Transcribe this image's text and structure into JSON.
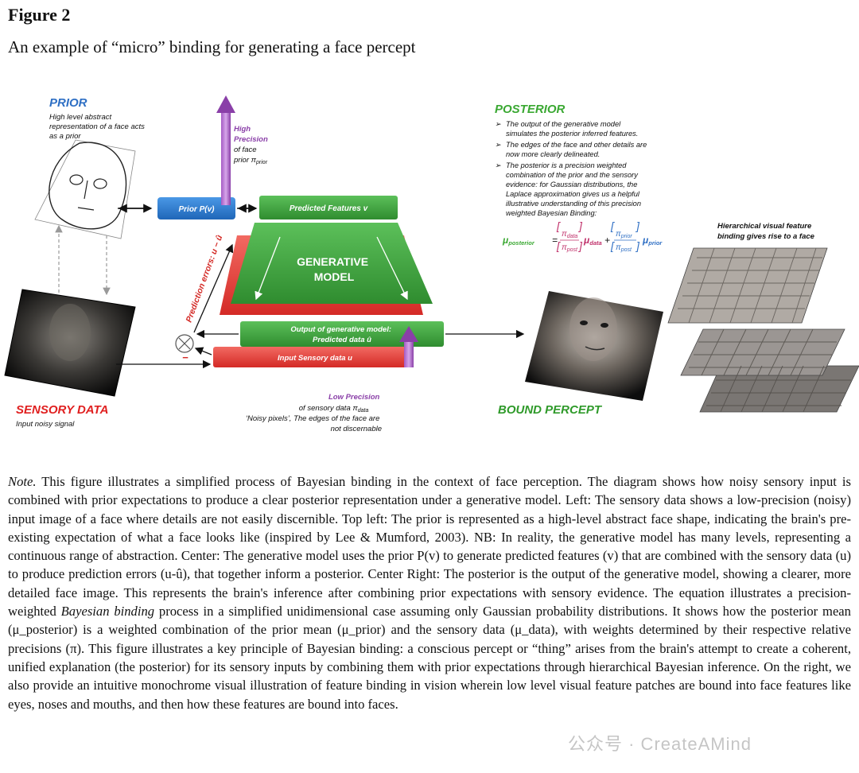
{
  "figure": {
    "title": "Figure 2",
    "subtitle": "An example of “micro” binding for generating a face percept"
  },
  "diagram": {
    "prior": {
      "heading": "PRIOR",
      "desc": [
        "High level abstract",
        "representation of a face acts",
        "as a prior"
      ]
    },
    "prior_box": "Prior P(v)",
    "high_precision": {
      "line1": "High",
      "line2": "Precision",
      "line3": "of face",
      "line4": "prior π",
      "sub": "prior"
    },
    "predicted_features": "Predicted Features v",
    "generative_model": [
      "GENERATIVE",
      "MODEL"
    ],
    "prediction_errors": "Prediction errors: u − û",
    "output_box": [
      "Output of generative model:",
      "Predicted data û"
    ],
    "input_box": "Input Sensory data u",
    "minus_sign": "−",
    "sensory": {
      "heading": "SENSORY DATA",
      "desc": "Input noisy signal"
    },
    "low_precision": {
      "line1": "Low Precision",
      "line2": "of sensory data π",
      "sub": "data",
      "line3": "‘Noisy pixels’, The edges of the face are",
      "line4": "not discernable"
    },
    "posterior": {
      "heading": "POSTERIOR",
      "bullets": [
        [
          "The output of the generative model",
          "simulates the posterior inferred features."
        ],
        [
          "The edges of the face and other details are",
          "now more clearly delineated."
        ],
        [
          " The  posterior is a precision weighted",
          "combination of the prior and the sensory",
          "evidence: for Gaussian distributions, the",
          "Laplace approximation gives us a helpful",
          "illustrative understanding of  this precision",
          "weighted Bayesian Binding:"
        ]
      ]
    },
    "equation": {
      "lhs": "μ",
      "lhs_sub": "posterior",
      "equals": "=",
      "frac1_num": "π",
      "frac1_num_sub": "data",
      "frac1_den": "π",
      "frac1_den_sub": "post",
      "mu1": "μ",
      "mu1_sub": "data",
      "plus": "+",
      "frac2_num": "π",
      "frac2_num_sub": "prior",
      "frac2_den": "π",
      "frac2_den_sub": "post",
      "mu2": "μ",
      "mu2_sub": "prior"
    },
    "bound_percept": "BOUND  PERCEPT",
    "hierarchical": [
      "Hierarchical visual feature",
      "binding gives rise to a face"
    ]
  },
  "note": {
    "label": "Note.",
    "text_a": " This figure illustrates a simplified process of Bayesian binding in the context of face perception. The diagram shows how noisy sensory input is combined with prior expectations to produce a clear posterior representation under a generative model. Left: The sensory data shows a low-precision (noisy) input image of a face where details are not easily discernible. Top left: The prior is represented as a high-level abstract face shape, indicating the brain's pre-existing expectation of what a face looks like (inspired by Lee & Mumford, 2003). NB: In reality, the generative model has many levels, representing a continuous range of abstraction. Center: The generative model uses the prior P(v) to generate predicted features (v) that are combined with the sensory data (u) to produce prediction errors (u-û), that together inform a posterior. Center Right: The posterior is the output of the generative model, showing a clearer, more detailed face image. This represents the brain's inference after combining prior expectations with sensory evidence. The equation illustrates a precision-weighted ",
    "italic": "Bayesian binding",
    "text_b": " process in a simplified unidimensional case assuming only Gaussian probability distributions. It shows how the posterior mean (μ_posterior) is a weighted combination of the prior mean (μ_prior) and the sensory data (μ_data), with weights determined by their respective relative precisions (π). This figure illustrates a key principle of Bayesian binding: a conscious percept or “thing” arises from the brain's attempt to create a coherent, unified explanation (the posterior) for its sensory inputs by combining them with prior expectations through hierarchical Bayesian inference. On the right, we also provide an intuitive monochrome visual illustration of feature binding in vision wherein low level visual feature patches are bound into face features like eyes, noses and mouths, and then how these features are bound into faces."
  },
  "watermark": "公众号 · CreateAMind",
  "colors": {
    "prior_heading": "#2e6fc4",
    "posterior_heading": "#3aa832",
    "sensory_heading": "#e02020",
    "bound_heading": "#2f9a2a",
    "purple": "#8a3fa8",
    "green_box": "#44a845",
    "red_box": "#e8433f",
    "blue_box": "#2f7fd3"
  }
}
